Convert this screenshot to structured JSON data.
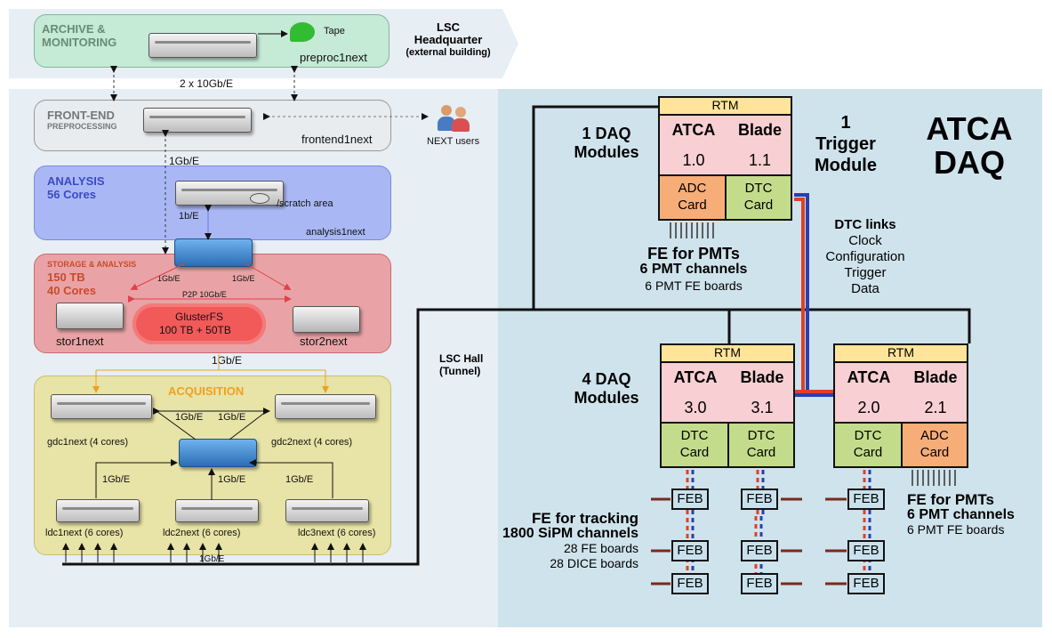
{
  "left": {
    "archive": {
      "title_line1": "ARCHIVE &",
      "title_line2": "MONITORING",
      "tape": "Tape",
      "server": "preproc1next"
    },
    "hq": {
      "line1": "LSC",
      "line2": "Headquarter",
      "line3": "(external building)"
    },
    "link_10g": "2 x 10Gb/E",
    "frontend": {
      "title": "FRONT-END",
      "subtitle": "PREPROCESSING",
      "server": "frontend1next",
      "users": "NEXT users"
    },
    "link_fe": "1Gb/E",
    "analysis": {
      "title": "ANALYSIS",
      "cores": "56 Cores",
      "scratch": "/scratch area",
      "link": "1b/E",
      "server": "analysis1next"
    },
    "storage": {
      "title": "STORAGE & ANALYSIS",
      "tb": "150 TB",
      "cores": "40 Cores",
      "link_left": "1Gb/E",
      "link_right": "1Gb/E",
      "p2p": "P2P 10Gb/E",
      "gluster_line1": "GlusterFS",
      "gluster_line2": "100 TB + 50TB",
      "stor1": "stor1next",
      "stor2": "stor2next"
    },
    "link_storage": "1Gb/E",
    "acquisition": {
      "title": "ACQUISITION",
      "gdc1": "gdc1next (4 cores)",
      "gdc2": "gdc2next (4 cores)",
      "link_gdc1": "1Gb/E",
      "link_gdc2": "1Gb/E",
      "link_ldc1": "1Gb/E",
      "link_ldc2": "1Gb/E",
      "link_ldc3": "1Gb/E",
      "ldc1": "ldc1next (6 cores)",
      "ldc2": "ldc2next (6 cores)",
      "ldc3": "ldc3next (6 cores)",
      "bottom_link": "1Gb/E"
    }
  },
  "right": {
    "title_line1": "ATCA",
    "title_line2": "DAQ",
    "daq1": {
      "line1": "1 DAQ",
      "line2": "Modules"
    },
    "trigger": {
      "line1": "1",
      "line2": "Trigger",
      "line3": "Module"
    },
    "daq4": {
      "line1": "4 DAQ",
      "line2": "Modules"
    },
    "hall": {
      "line1": "LSC Hall",
      "line2": "(Tunnel)"
    },
    "rtm": "RTM",
    "atca": "ATCA",
    "blade": "Blade",
    "mod1": {
      "n1": "1.0",
      "n2": "1.1",
      "card1_l1": "ADC",
      "card1_l2": "Card",
      "card2_l1": "DTC",
      "card2_l2": "Card"
    },
    "mod3": {
      "n1": "3.0",
      "n2": "3.1",
      "card1_l1": "DTC",
      "card1_l2": "Card",
      "card2_l1": "DTC",
      "card2_l2": "Card"
    },
    "mod2": {
      "n1": "2.0",
      "n2": "2.1",
      "card1_l1": "DTC",
      "card1_l2": "Card",
      "card2_l1": "ADC",
      "card2_l2": "Card"
    },
    "fe_pmt_top": {
      "title": "FE for PMTs",
      "ch": "6 PMT channels",
      "boards": "6 PMT FE boards"
    },
    "fe_pmt_right": {
      "title": "FE for PMTs",
      "ch": "6 PMT channels",
      "boards": "6 PMT FE boards"
    },
    "dtc_links": {
      "title": "DTC links",
      "l1": "Clock",
      "l2": "Configuration",
      "l3": "Trigger",
      "l4": "Data"
    },
    "fe_tracking": {
      "title": "FE for tracking",
      "ch": "1800 SiPM channels",
      "fe": "28 FE boards",
      "dice": "28 DICE boards"
    },
    "feb": "FEB"
  }
}
